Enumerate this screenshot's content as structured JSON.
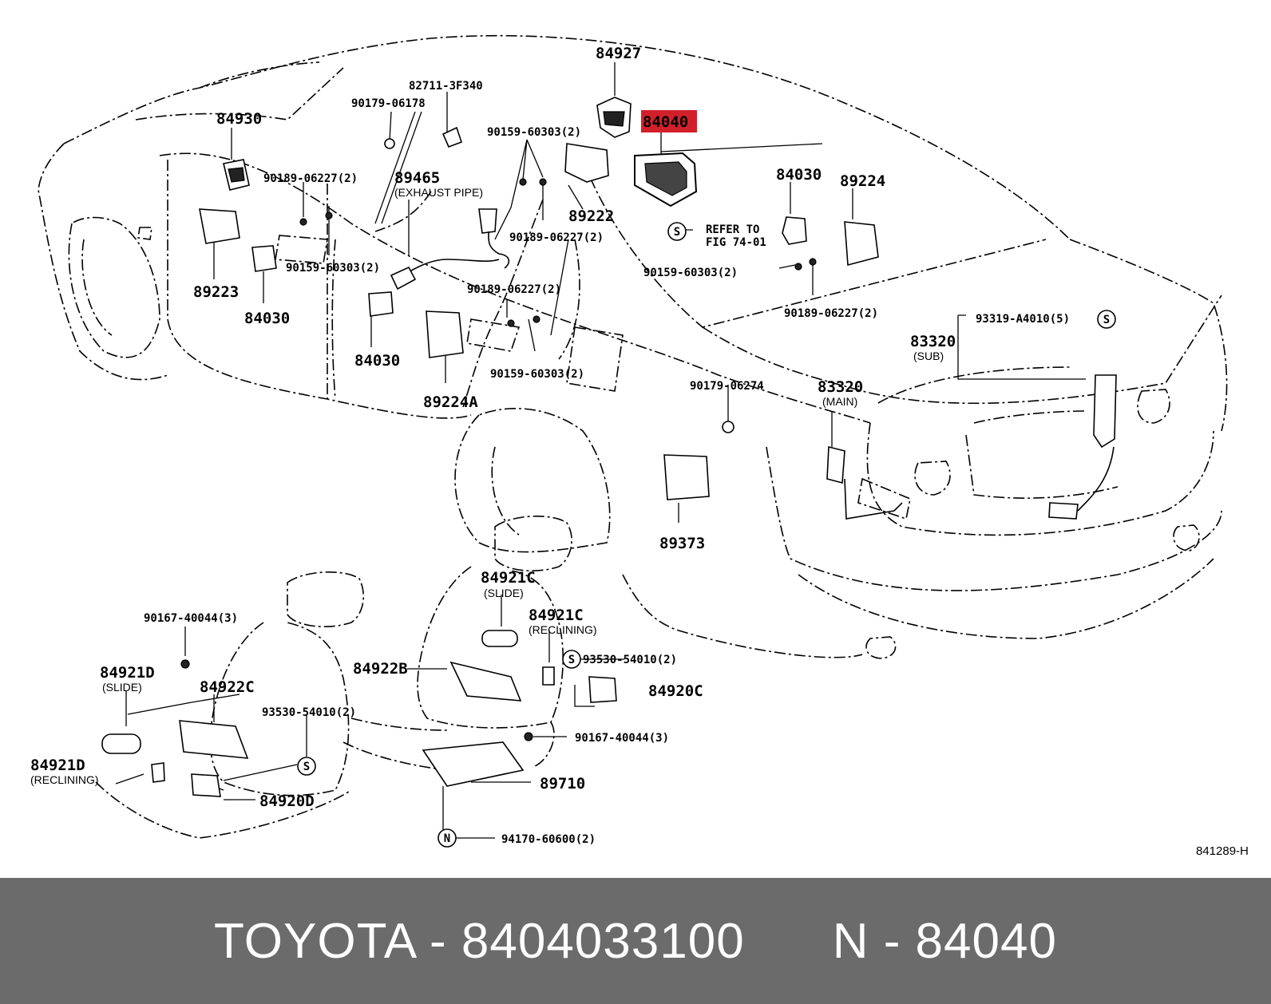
{
  "diagram": {
    "highlight_color": "#d2202a",
    "highlighted_part": "84040",
    "ref_code": "841289-H",
    "labels": {
      "p84927": "84927",
      "p82711": "82711-3F340",
      "p90179a": "90179-06178",
      "p84930": "84930",
      "p84040": "84040",
      "p90159a": "90159-60303(2)",
      "p90189a": "90189-06227(2)",
      "p89465": "89465",
      "p89465_sub": "(EXHAUST PIPE)",
      "p89222": "89222",
      "p84030a": "84030",
      "p89224": "89224",
      "refer1": "REFER TO",
      "refer2": "FIG 74-01",
      "p90189b": "90189-06227(2)",
      "p90159b": "90159-60303(2)",
      "p89223": "89223",
      "p84030b": "84030",
      "p90189c": "90189-06227(2)",
      "p90159c": "90159-60303(2)",
      "p90189d": "90189-06227(2)",
      "p93319": "93319-A4010(5)",
      "p83320sub": "83320",
      "p83320sub_sub": "(SUB)",
      "p84030c": "84030",
      "p90159d": "90159-60303(2)",
      "p89224a": "89224A",
      "p90179b": "90179-06274",
      "p83320main": "83320",
      "p83320main_sub": "(MAIN)",
      "p89373": "89373",
      "p84921c_slide": "84921C",
      "p84921c_slide_sub": "(SLIDE)",
      "p84921c_rec": "84921C",
      "p84921c_rec_sub": "(RECLINING)",
      "p90167a": "90167-40044(3)",
      "p93530a": "93530-54010(2)",
      "p84921d_slide": "84921D",
      "p84921d_slide_sub": "(SLIDE)",
      "p84922c": "84922C",
      "p84922b": "84922B",
      "p84920c": "84920C",
      "p93530b": "93530-54010(2)",
      "p90167b": "90167-40044(3)",
      "p84921d_rec": "84921D",
      "p84921d_rec_sub": "(RECLINING)",
      "p89710": "89710",
      "p84920d": "84920D",
      "p94170": "94170-60600(2)",
      "mark_s": "S",
      "mark_n": "N"
    }
  },
  "footer": {
    "left": "TOYOTA - 8404033100",
    "right": "N - 84040"
  }
}
